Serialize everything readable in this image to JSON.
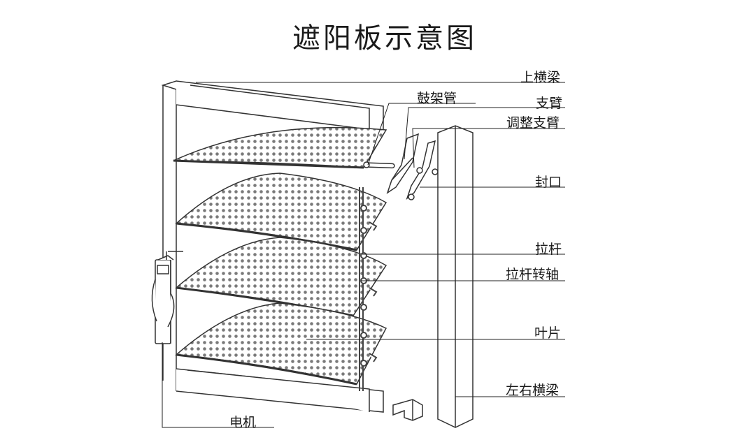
{
  "title": "遮阳板示意图",
  "labels": {
    "top_beam": "上横梁",
    "drum_tube": "鼓架管",
    "support_arm": "支臂",
    "adjust_arm": "调整支臂",
    "end_cap": "封口",
    "pull_rod": "拉杆",
    "pull_rod_pivot": "拉杆转轴",
    "blade": "叶片",
    "side_beam": "左右横梁",
    "motor": "电机"
  }
}
